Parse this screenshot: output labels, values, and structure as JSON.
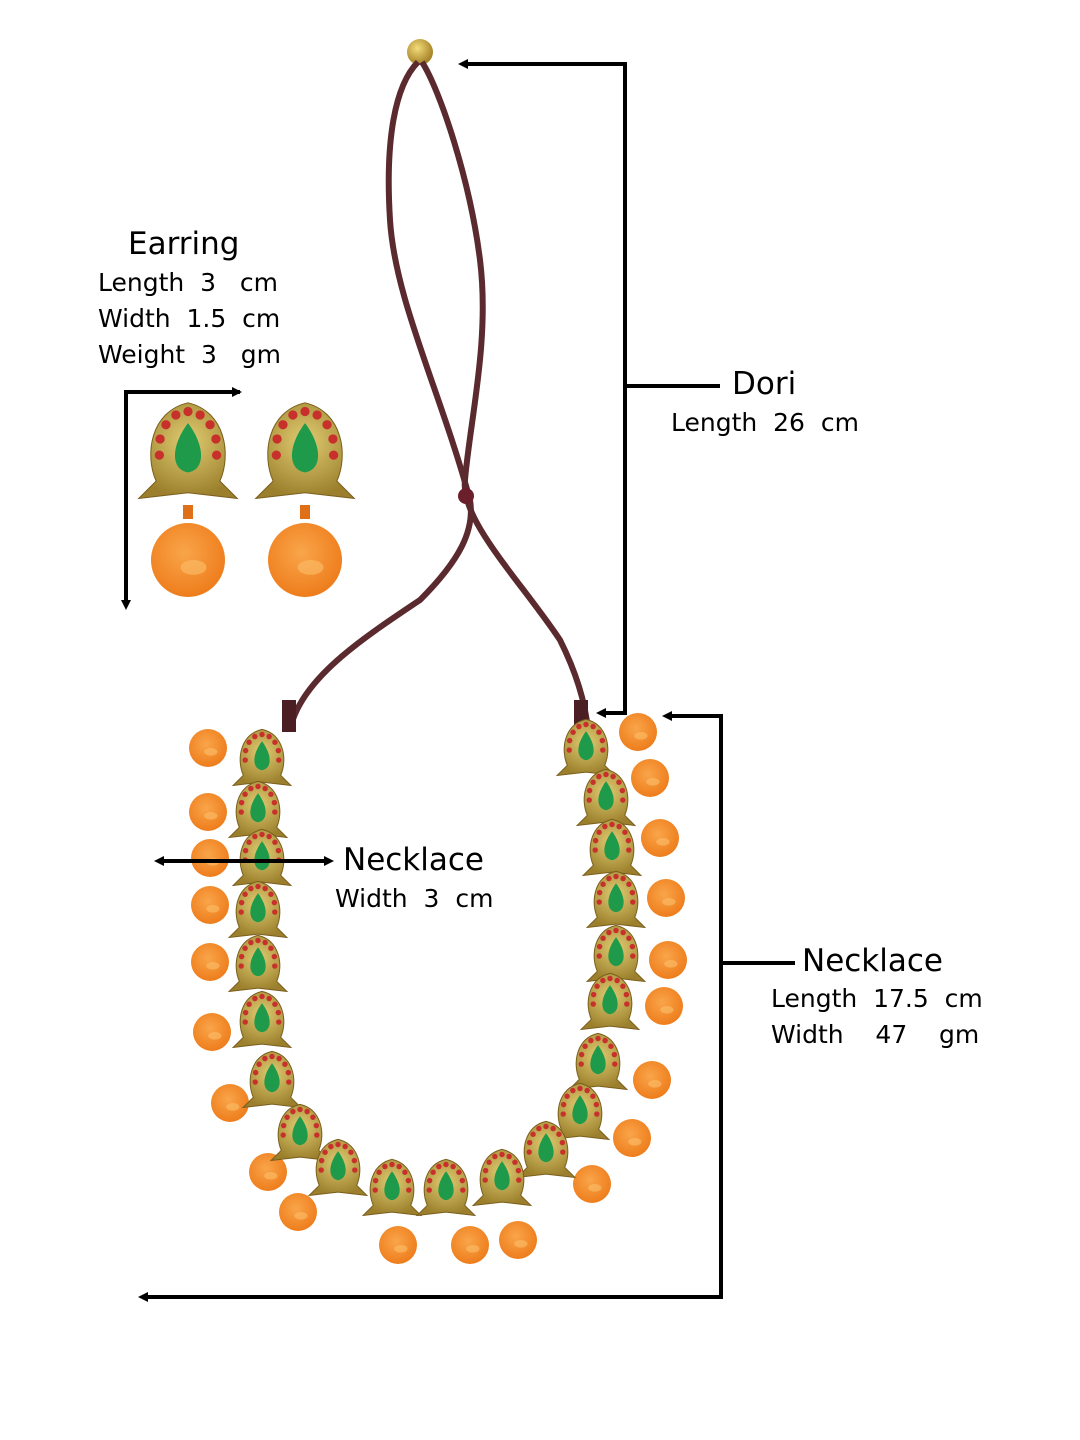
{
  "earring": {
    "title": "Earring",
    "specs": [
      "Length  3   cm",
      "Width  1.5  cm",
      "Weight  3   gm"
    ]
  },
  "dori": {
    "title": "Dori",
    "specs": [
      "Length  26  cm"
    ]
  },
  "necklace_width": {
    "title": "Necklace",
    "specs": [
      "Width  3  cm"
    ]
  },
  "necklace_main": {
    "title": "Necklace",
    "specs": [
      "Length  17.5  cm",
      "Width    47    gm"
    ]
  },
  "colors": {
    "cord": "#5a2a2e",
    "gold": "#b89a3a",
    "gold_light": "#d9c46a",
    "bead_orange": "#f5892a",
    "bead_orange_light": "#f9b060",
    "stone_green": "#1e9a4a",
    "stone_red": "#c8302c",
    "arrow": "#000000"
  }
}
